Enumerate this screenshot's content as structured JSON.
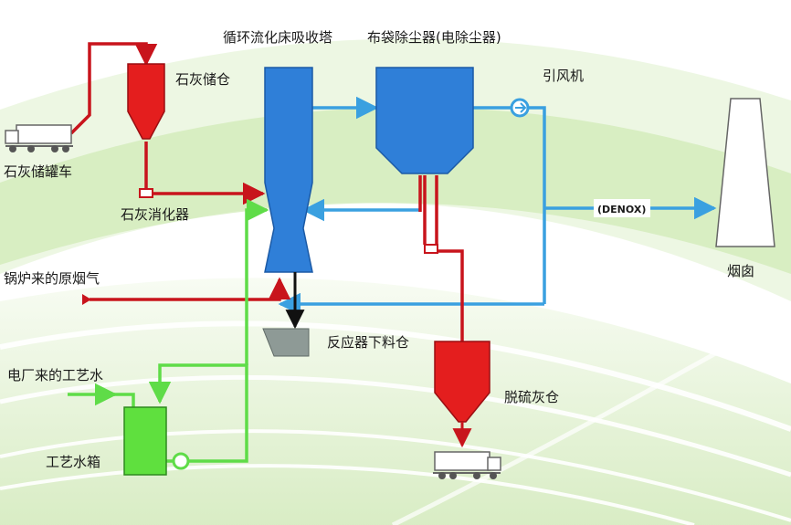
{
  "labels": {
    "absorber": "循环流化床吸收塔",
    "bag_filter": "布袋除尘器(电除尘器)",
    "lime_silo": "石灰储仓",
    "fan": "引风机",
    "lime_truck": "石灰储罐车",
    "lime_slaker": "石灰消化器",
    "denox": "(DENOX)",
    "chimney": "烟囱",
    "raw_flue_gas": "锅炉来的原烟气",
    "reactor_hopper": "反应器下料仓",
    "process_water_source": "电厂来的工艺水",
    "ash_silo": "脱硫灰仓",
    "water_tank": "工艺水箱"
  },
  "colors": {
    "blue_line": "#3aa0e0",
    "blue_equipment": "#2f7fd8",
    "red_line": "#c8141c",
    "red_equipment": "#e41e1e",
    "green_line": "#5fdc48",
    "green_equipment": "#5fe03e",
    "hopper_grey": "#8e9a96",
    "background_green": "#d8eec4"
  }
}
